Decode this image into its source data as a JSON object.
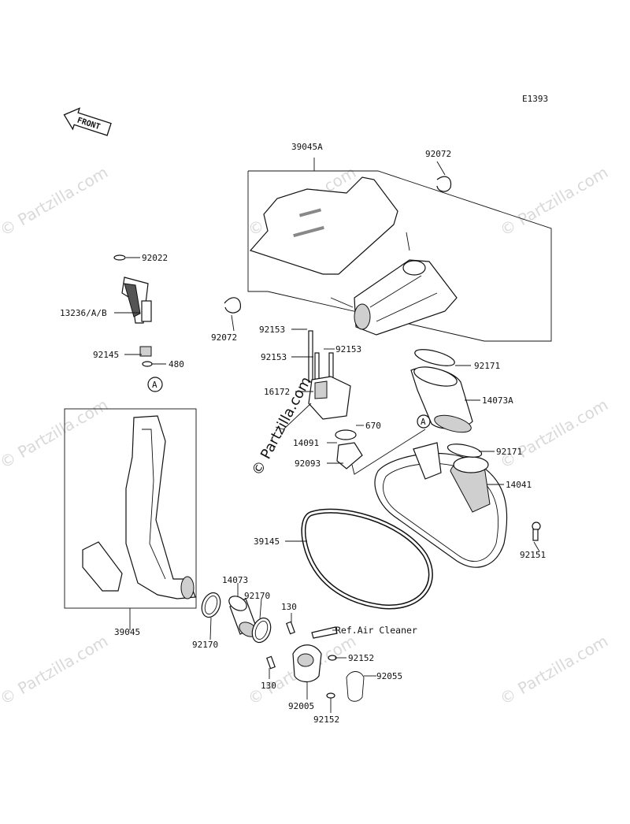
{
  "diagram_code": "E1393",
  "front_label": "FRONT",
  "watermark": "© Partzilla.com",
  "center_watermark": "© Partzilla.com",
  "callout_a": "A",
  "parts": [
    {
      "key": "p39045A",
      "label": "39045A"
    },
    {
      "key": "p92072_top",
      "label": "92072"
    },
    {
      "key": "p92072_left",
      "label": "92072"
    },
    {
      "key": "p92022",
      "label": "92022"
    },
    {
      "key": "p13236",
      "label": "13236/A/B"
    },
    {
      "key": "p92145",
      "label": "92145"
    },
    {
      "key": "p480",
      "label": "480"
    },
    {
      "key": "p92153_a",
      "label": "92153"
    },
    {
      "key": "p92153_b",
      "label": "92153"
    },
    {
      "key": "p92153_c",
      "label": "92153"
    },
    {
      "key": "p16172",
      "label": "16172"
    },
    {
      "key": "p670",
      "label": "670"
    },
    {
      "key": "p14091",
      "label": "14091"
    },
    {
      "key": "p92093",
      "label": "92093"
    },
    {
      "key": "p92171_a",
      "label": "92171"
    },
    {
      "key": "p14073A",
      "label": "14073A"
    },
    {
      "key": "p92171_b",
      "label": "92171"
    },
    {
      "key": "p14041",
      "label": "14041"
    },
    {
      "key": "p92151",
      "label": "92151"
    },
    {
      "key": "p39145",
      "label": "39145"
    },
    {
      "key": "p14073",
      "label": "14073"
    },
    {
      "key": "p92170_a",
      "label": "92170"
    },
    {
      "key": "p92170_b",
      "label": "92170"
    },
    {
      "key": "p39045",
      "label": "39045"
    },
    {
      "key": "p130_a",
      "label": "130"
    },
    {
      "key": "p130_b",
      "label": "130"
    },
    {
      "key": "pref",
      "label": "Ref.Air Cleaner"
    },
    {
      "key": "p92152_a",
      "label": "92152"
    },
    {
      "key": "p92152_b",
      "label": "92152"
    },
    {
      "key": "p92055",
      "label": "92055"
    },
    {
      "key": "p92005",
      "label": "92005"
    }
  ]
}
